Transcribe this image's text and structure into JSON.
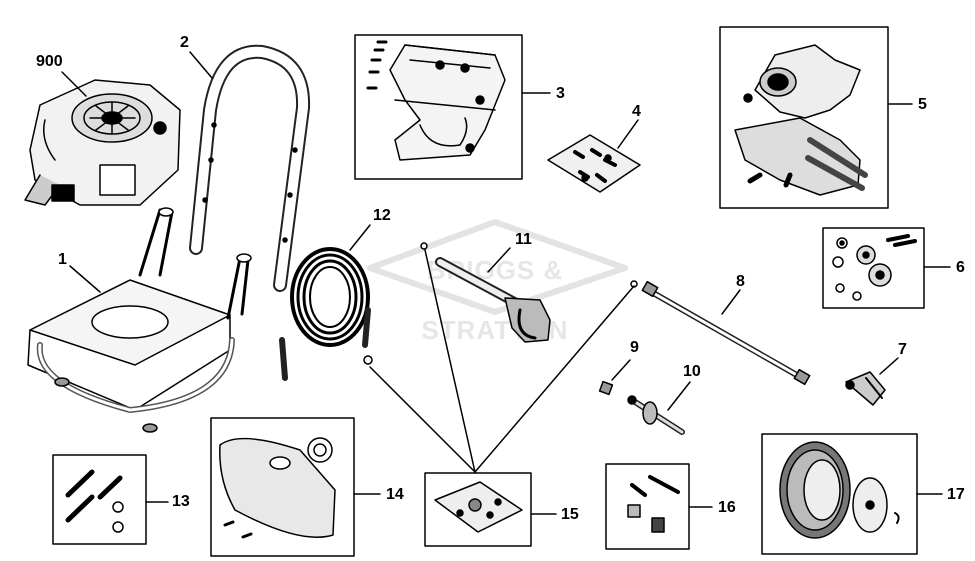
{
  "watermark": {
    "text": "BRIGGS & STRATTON"
  },
  "parts": {
    "p900": "900",
    "p1": "1",
    "p2": "2",
    "p3": "3",
    "p4": "4",
    "p5": "5",
    "p6": "6",
    "p7": "7",
    "p8": "8",
    "p9": "9",
    "p10": "10",
    "p11": "11",
    "p12": "12",
    "p13": "13",
    "p14": "14",
    "p15": "15",
    "p16": "16",
    "p17": "17"
  }
}
